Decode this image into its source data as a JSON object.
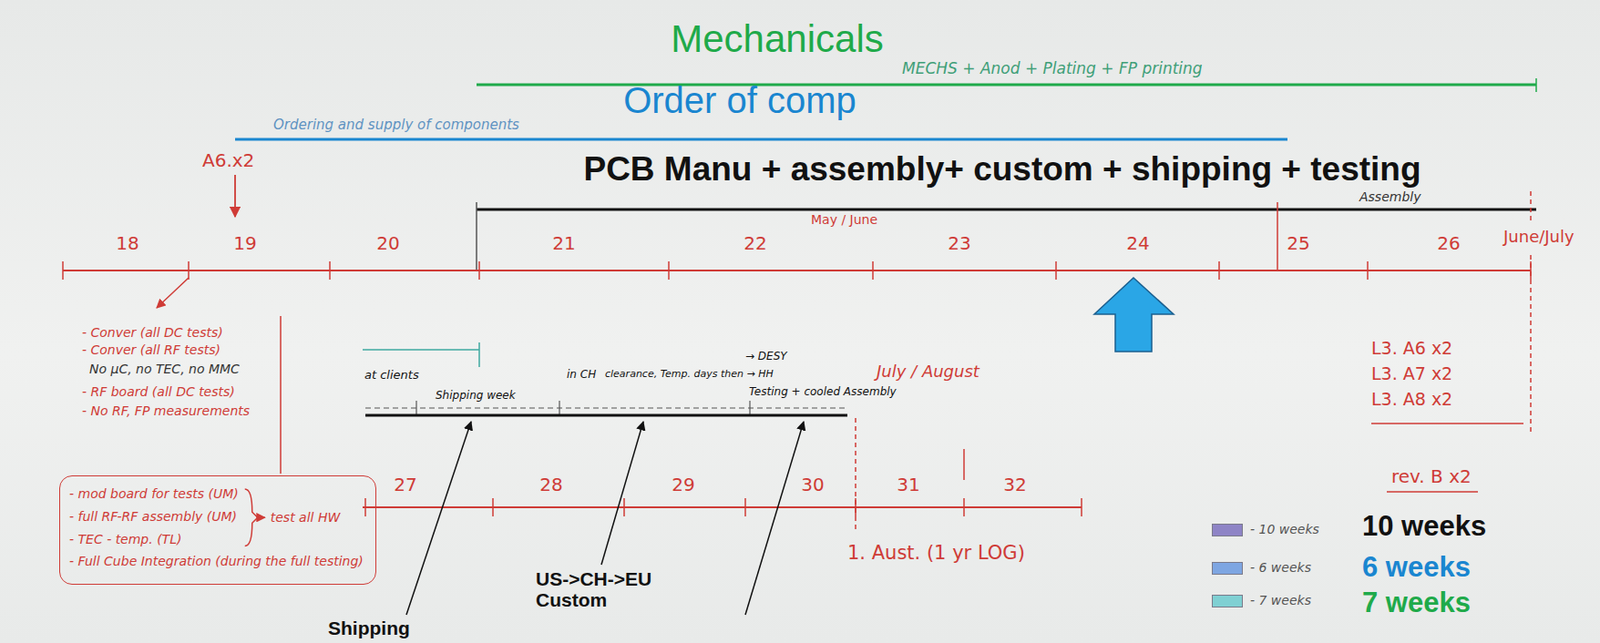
{
  "diagram": {
    "nodes": [
      {
        "text": [
          "- mod board for tests (UM)",
          "- full RF-RF assembly (UM)",
          "- TEC - temp. (TL)",
          "- Full Cube Integration (during the full testing)",
          "test all HW"
        ]
      }
    ],
    "labels": [
      "Mechanicals",
      "MECHS + Anod + Plating + FP printing",
      "Order of comp",
      "Ordering and supply of components",
      "PCB Manu + assembly+ custom + shipping + testing",
      "Assembly",
      "A6.x2",
      "May / June",
      "18",
      "19",
      "20",
      "21",
      "22",
      "23",
      "24",
      "25",
      "26",
      "June/July",
      "- Conver (all DC tests)",
      "- Conver (all RF tests)",
      "No µC, no TEC, no MMC",
      "- RF board (all DC tests)",
      "- No RF, FP measurements",
      "at clients",
      "Shipping week",
      "in CH",
      "clearance, Temp. days then → HH",
      "→ DESY",
      "Testing + cooled Assembly",
      "July / August",
      "27",
      "28",
      "29",
      "30",
      "31",
      "32",
      "1. Aust. (1 yr LOG)",
      "Shipping",
      "US->CH->EU Custom",
      "L3. A6 x2",
      "L3. A7 x2",
      "L3. A8 x2",
      "rev. B x2",
      "- 10 weeks",
      "- 6 weeks",
      "- 7 weeks"
    ],
    "legend": [
      {
        "text": "10 weeks",
        "color": "#8e84c6"
      },
      {
        "text": "6 weeks",
        "color": "#7ea6e2"
      },
      {
        "text": "7 weeks",
        "color": "#7fd0d3"
      }
    ]
  }
}
